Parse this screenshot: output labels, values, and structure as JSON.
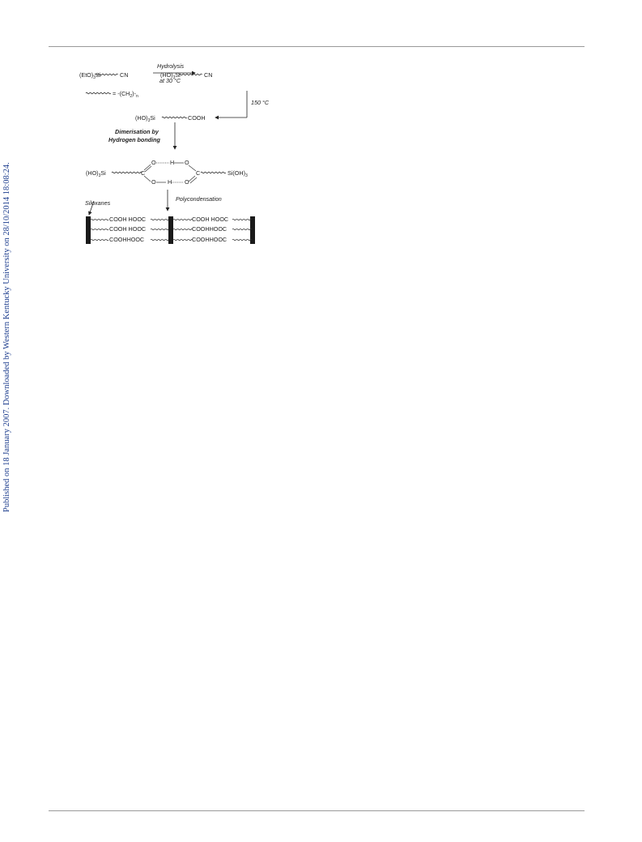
{
  "sidebar_note": "Published on 18 January 2007. Downloaded by Western Kentucky University on 28/10/2014 18:08:24.",
  "scheme": {
    "step1": {
      "reactant_left": "(EtO)",
      "reactant_sub": "3",
      "reactant_right": "Si",
      "reactant_end": "CN",
      "condition_top": "Hydrolysis",
      "condition_bottom": "at 30 °C",
      "product_left": "(HO)",
      "product_sub": "3",
      "product_right": "Si",
      "product_end": "CN"
    },
    "legend": {
      "equals": "= -(CH",
      "sub2": "2",
      "close": ")-",
      "subn": "n"
    },
    "step2": {
      "condition": "150 °C",
      "product_left": "(HO)",
      "product_sub": "3",
      "product_right": "Si",
      "product_end": "COOH"
    },
    "step3": {
      "condition_line1": "Dimerisation by",
      "condition_line2": "Hydrogen bonding"
    },
    "dimer": {
      "left_group": "(HO)",
      "left_sub": "3",
      "left_si": "Si",
      "c_left": "C",
      "c_right": "C",
      "o_top_left": "O",
      "h_top": "H",
      "o_top_right": "O",
      "o_bot_left": "O",
      "h_bot": "H",
      "o_bot_right": "O",
      "right_group": "Si(OH)",
      "right_sub": "3"
    },
    "step4": {
      "condition": "Polycondensation"
    },
    "network": {
      "label": "Siloxanes",
      "rows": [
        [
          "COOH HOOC",
          "COOH HOOC"
        ],
        [
          "COOH HOOC",
          "COOHHOOC"
        ],
        [
          "COOHHOOC",
          "COOHHOOC"
        ]
      ]
    }
  }
}
